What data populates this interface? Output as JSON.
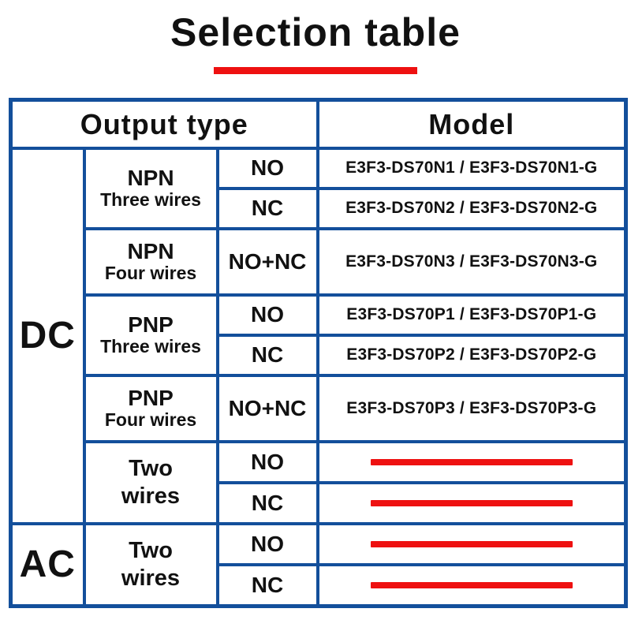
{
  "colors": {
    "border_blue": "#134f9b",
    "accent_red": "#ee1111",
    "text": "#111111",
    "bg": "#ffffff"
  },
  "page": {
    "title": "Selection table"
  },
  "table": {
    "header": {
      "output_type": "Output type",
      "model": "Model"
    },
    "dc": {
      "label": "DC",
      "npn_three": {
        "type": "NPN",
        "wires": "Three wires",
        "no": {
          "state": "NO",
          "model": "E3F3-DS70N1 / E3F3-DS70N1-G"
        },
        "nc": {
          "state": "NC",
          "model": "E3F3-DS70N2 / E3F3-DS70N2-G"
        }
      },
      "npn_four": {
        "type": "NPN",
        "wires": "Four wires",
        "nonc": {
          "state": "NO+NC",
          "model": "E3F3-DS70N3 / E3F3-DS70N3-G"
        }
      },
      "pnp_three": {
        "type": "PNP",
        "wires": "Three wires",
        "no": {
          "state": "NO",
          "model": "E3F3-DS70P1 / E3F3-DS70P1-G"
        },
        "nc": {
          "state": "NC",
          "model": "E3F3-DS70P2 / E3F3-DS70P2-G"
        }
      },
      "pnp_four": {
        "type": "PNP",
        "wires": "Four wires",
        "nonc": {
          "state": "NO+NC",
          "model": "E3F3-DS70P3 / E3F3-DS70P3-G"
        }
      },
      "two_wires": {
        "type_line1": "Two",
        "type_line2": "wires",
        "no": {
          "state": "NO"
        },
        "nc": {
          "state": "NC"
        }
      }
    },
    "ac": {
      "label": "AC",
      "two_wires": {
        "type_line1": "Two",
        "type_line2": "wires",
        "no": {
          "state": "NO"
        },
        "nc": {
          "state": "NC"
        }
      }
    }
  }
}
